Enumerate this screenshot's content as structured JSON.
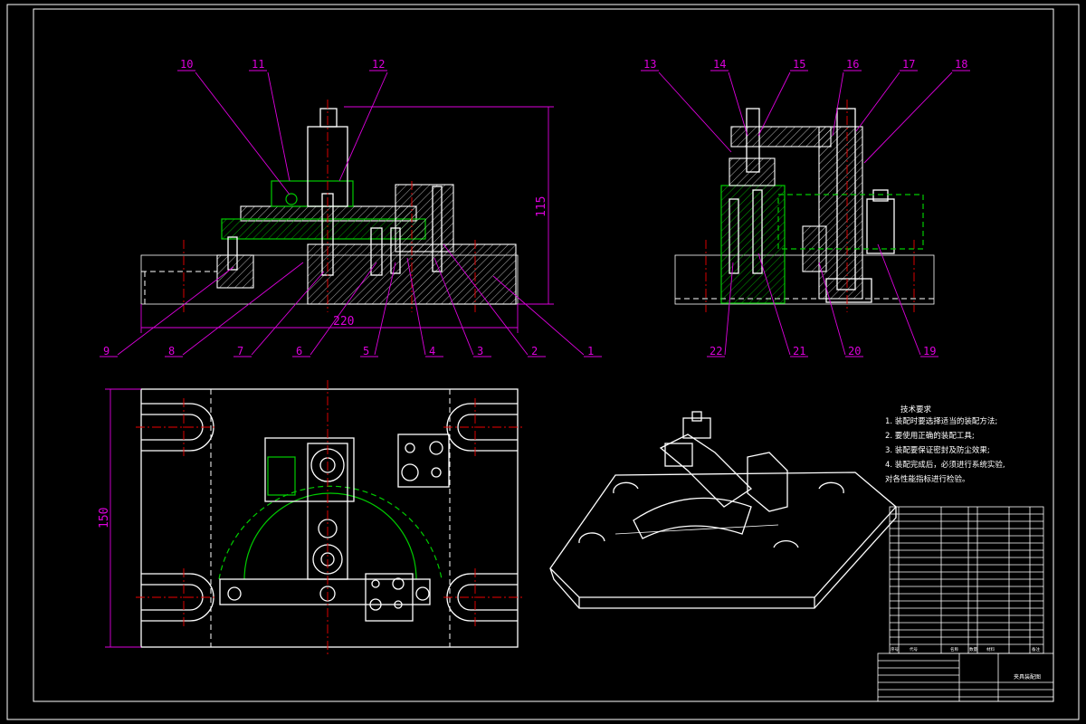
{
  "drawing": {
    "part_labels_front": [
      "10",
      "11",
      "12",
      "9",
      "8",
      "7",
      "6",
      "5",
      "4",
      "3",
      "2",
      "1"
    ],
    "part_labels_side": [
      "13",
      "14",
      "15",
      "16",
      "17",
      "18",
      "22",
      "21",
      "20",
      "19"
    ],
    "dimensions": {
      "height_front": "115",
      "width_front": "220",
      "height_plan": "150"
    },
    "notes": {
      "title": "技术要求",
      "lines": [
        "1. 装配时要选择适当的装配方法;",
        "2. 要使用正确的装配工具;",
        "3. 装配要保证密封及防尘效果;",
        "4. 装配完成后，必须进行系统实验,",
        "对各性能指标进行检验。"
      ]
    },
    "title_block": {
      "drawing_name": "夹具装配图",
      "material_header": "材料",
      "qty_header": "数量",
      "seq_header": "序号",
      "name_header": "名称",
      "code_header": "代号",
      "remark_header": "备注"
    },
    "colors": {
      "background": "#000000",
      "outline": "#ffffff",
      "leader": "#dd00dd",
      "centerline": "#ee0000",
      "hidden": "#00cc00"
    }
  }
}
